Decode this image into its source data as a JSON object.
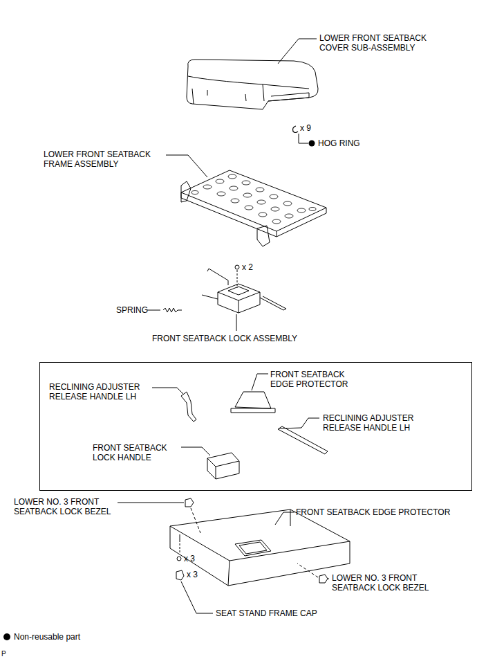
{
  "diagram": {
    "nodes": [
      {
        "text": [
          "FRONT SEATBACK EDGE PROTECTOR",
          "RECLINING ADJUSTER RELEASE HANDLE LH",
          "RECLINING ADJUSTER RELEASE HANDLE LH",
          "FRONT SEATBACK LOCK HANDLE"
        ]
      }
    ],
    "labels": [
      "LOWER FRONT SEATBACK COVER SUB-ASSEMBLY",
      "x 9",
      "HOG RING",
      "LOWER FRONT SEATBACK FRAME ASSEMBLY",
      "x 2",
      "SPRING",
      "FRONT SEATBACK LOCK ASSEMBLY",
      "LOWER NO. 3 FRONT SEATBACK LOCK BEZEL",
      "FRONT SEATBACK EDGE PROTECTOR",
      "x 3",
      "x 3",
      "LOWER NO. 3 FRONT SEATBACK LOCK BEZEL",
      "SEAT STAND FRAME CAP",
      "P"
    ],
    "legend": [
      {
        "text": "Non-reusable part"
      }
    ]
  }
}
